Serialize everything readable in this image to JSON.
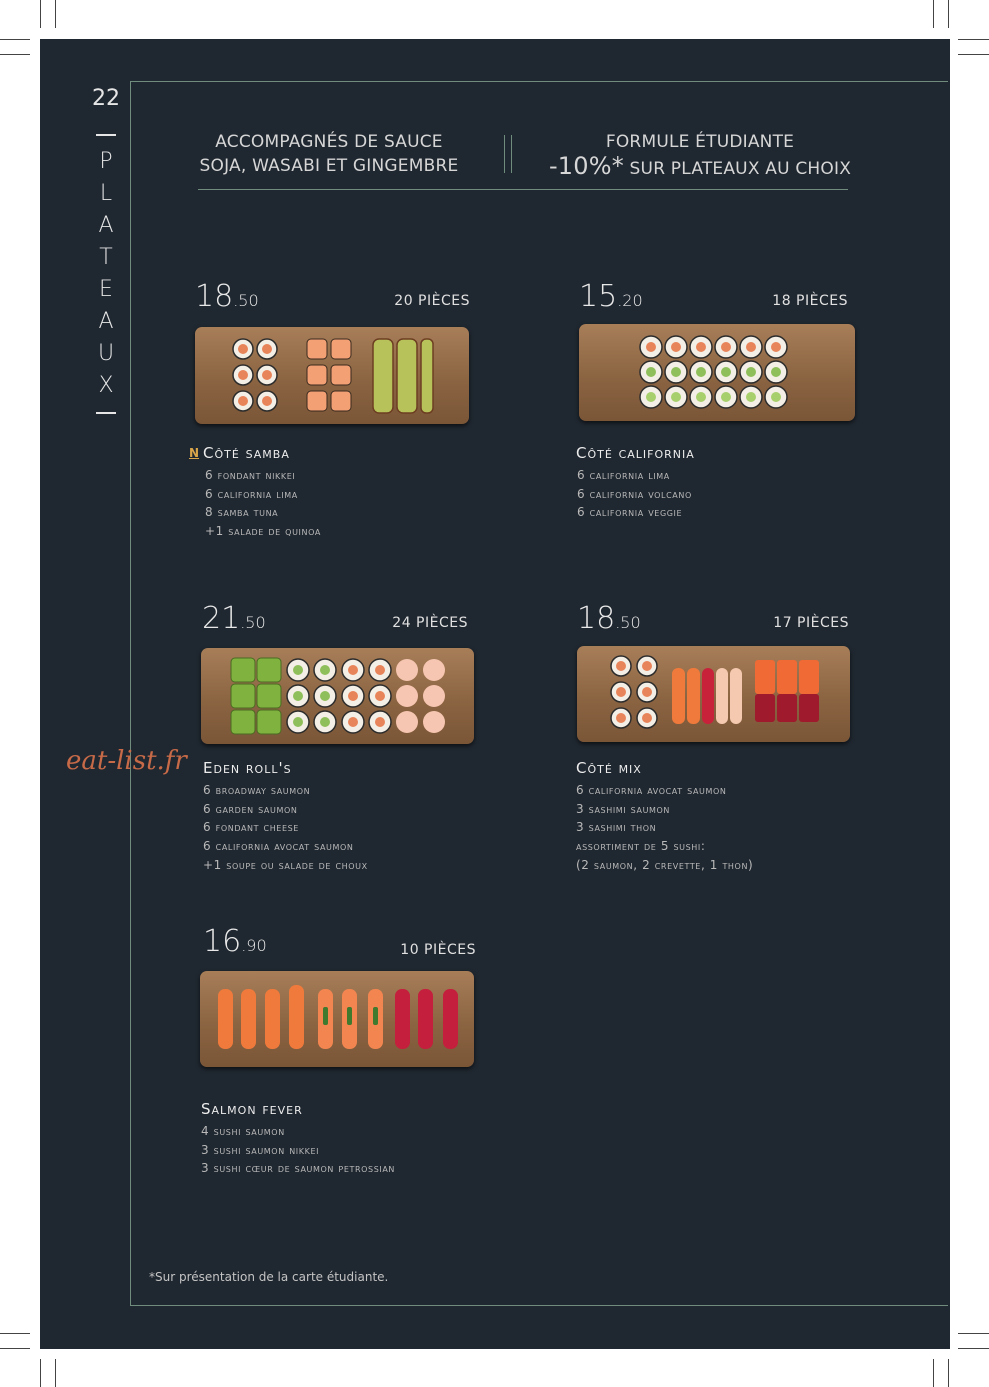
{
  "page": {
    "number": "22",
    "section_letters": [
      "P",
      "L",
      "A",
      "T",
      "E",
      "A",
      "U",
      "X"
    ]
  },
  "header": {
    "left_line1": "ACCOMPAGNÉS DE SAUCE",
    "left_line2": "SOJA, WASABI ET GINGEMBRE",
    "right_line1": "FORMULE ÉTUDIANTE",
    "right_discount": "-10%*",
    "right_line2": " SUR PLATEAUX AU CHOIX"
  },
  "plates": [
    {
      "price_main": "18",
      "price_cents": ".50",
      "pieces": "20 PIÈCES",
      "new_badge": "N",
      "name": "Côté samba",
      "items": [
        "6 fondant nikkei",
        "6 california lima",
        "8 samba tuna",
        "+1 salade de quinoa"
      ]
    },
    {
      "price_main": "15",
      "price_cents": ".20",
      "pieces": "18 PIÈCES",
      "name": "Côté california",
      "items": [
        "6 california lima",
        "6 california volcano",
        "6 california veggie"
      ]
    },
    {
      "price_main": "21",
      "price_cents": ".50",
      "pieces": "24 PIÈCES",
      "name": "Eden roll's",
      "items": [
        "6 broadway saumon",
        "6 garden saumon",
        "6 fondant cheese",
        "6 california avocat saumon",
        "+1 soupe ou salade de choux"
      ]
    },
    {
      "price_main": "18",
      "price_cents": ".50",
      "pieces": "17 PIÈCES",
      "name": "Côté mix",
      "items": [
        "6 california avocat saumon",
        "3 sashimi saumon",
        "3 sashimi thon",
        "assortiment de 5 sushi:",
        "(2 saumon, 2 crevette, 1 thon)"
      ]
    },
    {
      "price_main": "16",
      "price_cents": ".90",
      "pieces": "10 PIÈCES",
      "name": "Salmon fever",
      "items": [
        "4 sushi saumon",
        "3 sushi saumon nikkei",
        "3 sushi cœur de saumon petrossian"
      ]
    }
  ],
  "watermark": "eat-list.fr",
  "footnote": "*Sur présentation de la carte étudiante.",
  "colors": {
    "background": "#1f2730",
    "accent_line": "#6f8c7d",
    "board": "#8b6442",
    "badge": "#d9a64a",
    "watermark": "#c66a48"
  }
}
